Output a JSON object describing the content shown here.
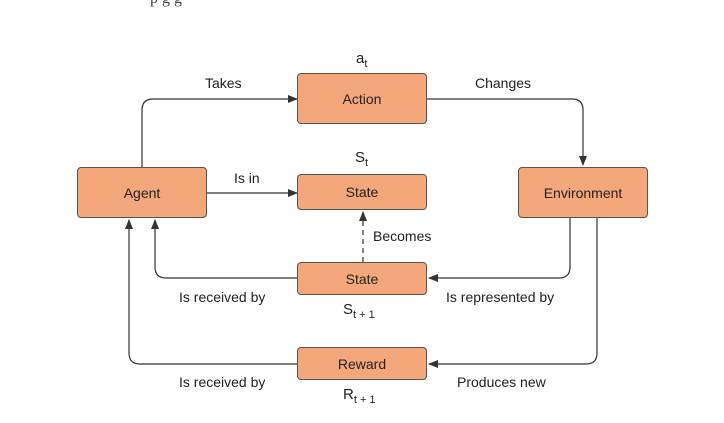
{
  "caption_fragment": "p  g  g",
  "nodes": {
    "agent": "Agent",
    "action": "Action",
    "state_top": "State",
    "environment": "Environment",
    "state_bottom": "State",
    "reward": "Reward"
  },
  "symbols": {
    "action": {
      "base": "a",
      "sub": "t"
    },
    "state_top": {
      "base": "S",
      "sub": "t"
    },
    "state_bottom": {
      "base": "S",
      "sub": "t + 1"
    },
    "reward": {
      "base": "R",
      "sub": "t + 1"
    }
  },
  "edges": {
    "takes": "Takes",
    "changes": "Changes",
    "is_in": "Is in",
    "becomes": "Becomes",
    "is_received_by_state": "Is received by",
    "is_represented_by": "Is represented by",
    "is_received_by_reward": "Is received by",
    "produces_new": "Produces new"
  },
  "colors": {
    "box_fill": "#f4a77a",
    "box_border": "#555555",
    "line": "#333333"
  }
}
